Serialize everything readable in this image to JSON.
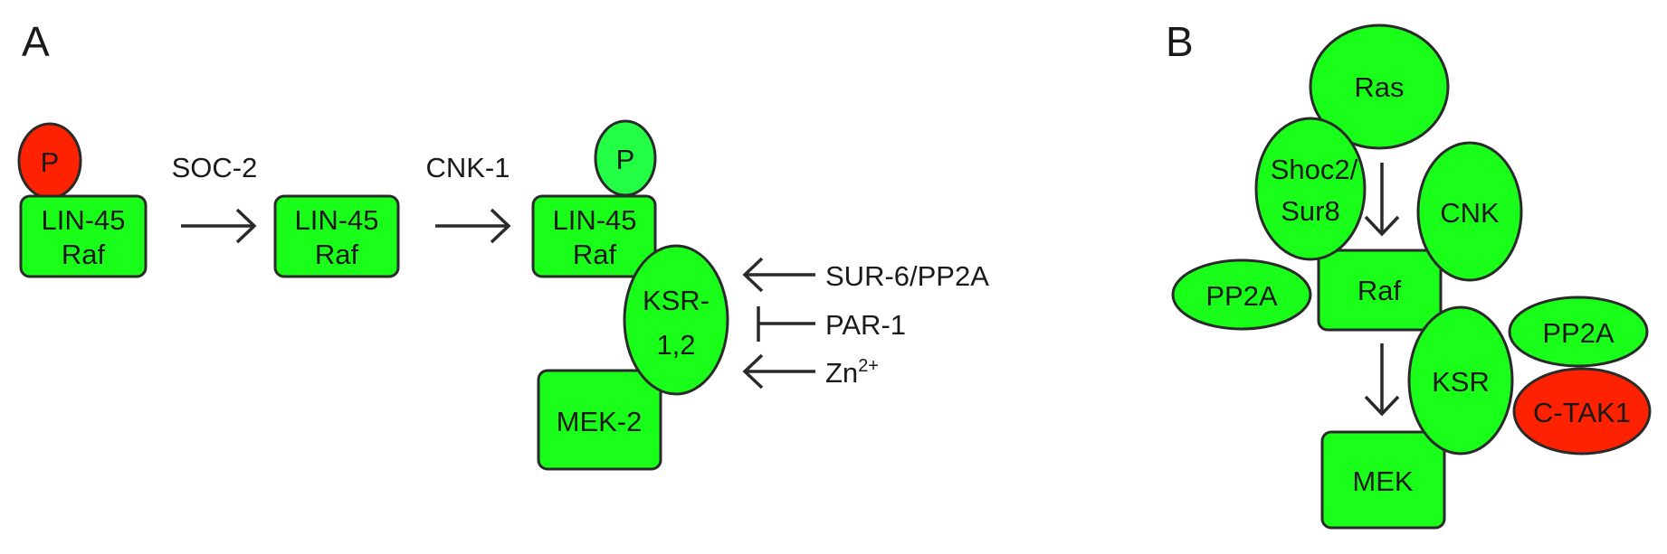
{
  "colors": {
    "green": "#1aff1a",
    "bright_green": "#22ff44",
    "red": "#ff2200",
    "outline": "#2a2a2a",
    "arrow": "#2a2a2a",
    "text": "#1a1a1a"
  },
  "panel_a": {
    "letter": "A",
    "p_red": "P",
    "raf1_line1": "LIN-45",
    "raf1_line2": "Raf",
    "soc2": "SOC-2",
    "raf2_line1": "LIN-45",
    "raf2_line2": "Raf",
    "cnk1": "CNK-1",
    "p_green": "P",
    "raf3_line1": "LIN-45",
    "raf3_line2": "Raf",
    "ksr_line1": "KSR-",
    "ksr_line2": "1,2",
    "mek2": "MEK-2",
    "sur6": "SUR-6/PP2A",
    "par1": "PAR-1",
    "zn": "Zn",
    "zn_sup": "2+"
  },
  "panel_b": {
    "letter": "B",
    "ras": "Ras",
    "shoc2_line1": "Shoc2/",
    "shoc2_line2": "Sur8",
    "cnk": "CNK",
    "pp2a_left": "PP2A",
    "raf": "Raf",
    "ksr": "KSR",
    "pp2a_right": "PP2A",
    "ctak1": "C-TAK1",
    "mek": "MEK"
  }
}
